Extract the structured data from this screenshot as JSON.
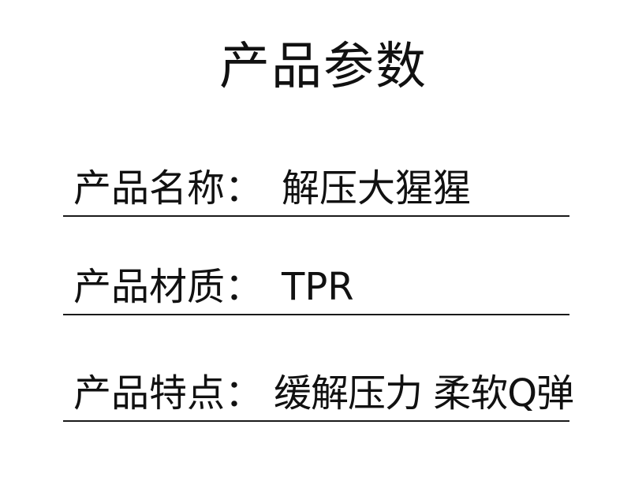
{
  "title": "产品参数",
  "specs": [
    {
      "label": "产品名称：",
      "value": "解压大猩猩"
    },
    {
      "label": "产品材质：",
      "value": "TPR"
    },
    {
      "label": "产品特点：",
      "value": "缓解压力 柔软Q弹"
    }
  ]
}
